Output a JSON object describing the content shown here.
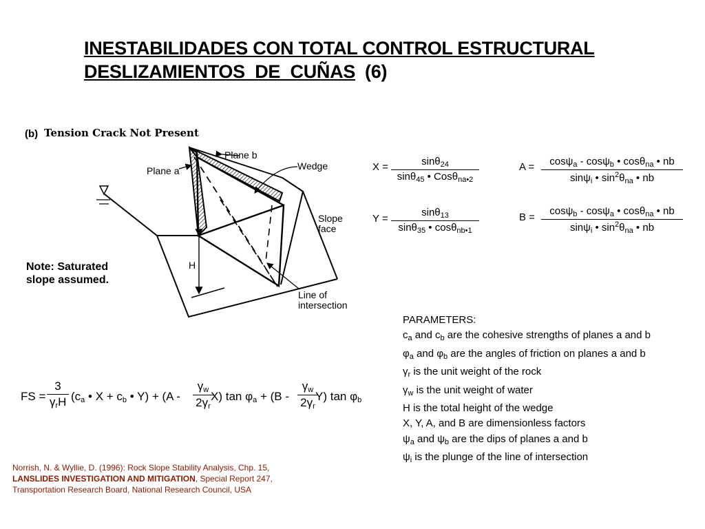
{
  "title": {
    "line1": "INESTABILIDADES CON TOTAL CONTROL ESTRUCTURAL",
    "line2_underlined": "DESLIZAMIENTOS  DE  CUÑAS",
    "line2_suffix": "(6)"
  },
  "figure": {
    "panel_tag": "(b)",
    "panel_title": "Tension Crack Not Present",
    "labels": {
      "plane_b": "Plane b",
      "wedge": "Wedge",
      "plane_a": "Plane a",
      "slope_face_1": "Slope",
      "slope_face_2": "face",
      "height": "H",
      "line_int_1": "Line of",
      "line_int_2": "intersection"
    },
    "note_line1": "Note:  Saturated",
    "note_line2": "slope assumed."
  },
  "equations": {
    "X": {
      "lhs": "X =",
      "num_base": "sinθ",
      "num_sub": "24",
      "den_a": "sinθ",
      "den_a_sub": "45",
      "den_mid": " • Cosθ",
      "den_b_sub": "na•2"
    },
    "Y": {
      "lhs": "Y =",
      "num_base": "sinθ",
      "num_sub": "13",
      "den_a": "sinθ",
      "den_a_sub": "35",
      "den_mid": " • cosθ",
      "den_b_sub": "nb•1"
    },
    "A": {
      "lhs": "A =",
      "n1": "cosψ",
      "n1s": "a",
      "n2": " - cosψ",
      "n2s": "b",
      "n3": " • cosθ",
      "n3s": "na",
      "n4": " • nb",
      "d1": "sinψ",
      "d1s": "i",
      "d2": " • sin",
      "d2p": "2",
      "d3": "θ",
      "d3s": "na",
      "d4": " • nb"
    },
    "B": {
      "lhs": "B =",
      "n1": "cosψ",
      "n1s": "b",
      "n2": " - cosψ",
      "n2s": "a",
      "n3": " • cosθ",
      "n3s": "na",
      "n4": " • nb",
      "d1": "sinψ",
      "d1s": "i",
      "d2": " • sin",
      "d2p": "2",
      "d3": "θ",
      "d3s": "na",
      "d4": " • nb"
    }
  },
  "fs": {
    "lhs": "FS =",
    "coef_num": "3",
    "coef_den": "γ",
    "coef_den_sub": "r",
    "coef_den_tail": "H",
    "part1": "(c",
    "part1_sub": "a",
    "part2": " • X + c",
    "part2_sub": "b",
    "part3": " • Y) + (A - ",
    "f1_num": "γ",
    "f1_num_sub": "w",
    "f1_den": "2γ",
    "f1_den_sub": "r",
    "part4": " X) tan φ",
    "part4_sub": "a",
    "part5": " + (B - ",
    "f2_num": "γ",
    "f2_num_sub": "w",
    "f2_den": "2γ",
    "f2_den_sub": "r",
    "part6": " Y) tan φ",
    "part6_sub": "b"
  },
  "parameters": {
    "heading": "PARAMETERS:",
    "rows": [
      {
        "a": "c",
        "as": "a",
        "b": " and c",
        "bs": "b",
        "c": " are the cohesive strengths of planes a and b"
      },
      {
        "a": "φ",
        "as": "a",
        "b": " and φ",
        "bs": "b",
        "c": " are the angles of friction on planes a and b"
      },
      {
        "a": "γ",
        "as": "r",
        "b": "",
        "bs": "",
        "c": " is the unit weight of the rock"
      },
      {
        "a": "γ",
        "as": "w",
        "b": "",
        "bs": "",
        "c": " is the unit weight of water"
      },
      {
        "a": "H is the total height of the wedge",
        "as": "",
        "b": "",
        "bs": "",
        "c": ""
      },
      {
        "a": "X, Y, A, and B are dimensionless factors",
        "as": "",
        "b": "",
        "bs": "",
        "c": ""
      },
      {
        "a": "ψ",
        "as": "a",
        "b": " and ψ",
        "bs": "b",
        "c": " are the dips of planes a and b"
      },
      {
        "a": "ψ",
        "as": "i",
        "b": "",
        "bs": "",
        "c": " is the plunge of the line of intersection"
      }
    ]
  },
  "reference": {
    "line1": "Norrish, N. & Wyllie, D. (1996): Rock Slope Stability Analysis, Chp. 15,",
    "line2_bold": "LANSLIDES INVESTIGATION AND MITIGATION",
    "line2_rest": ", Special Report 247,",
    "line3": "Transportation Research Board, National Research Council, USA"
  },
  "colors": {
    "text": "#000000",
    "reference": "#8b1a00",
    "background": "#ffffff"
  }
}
